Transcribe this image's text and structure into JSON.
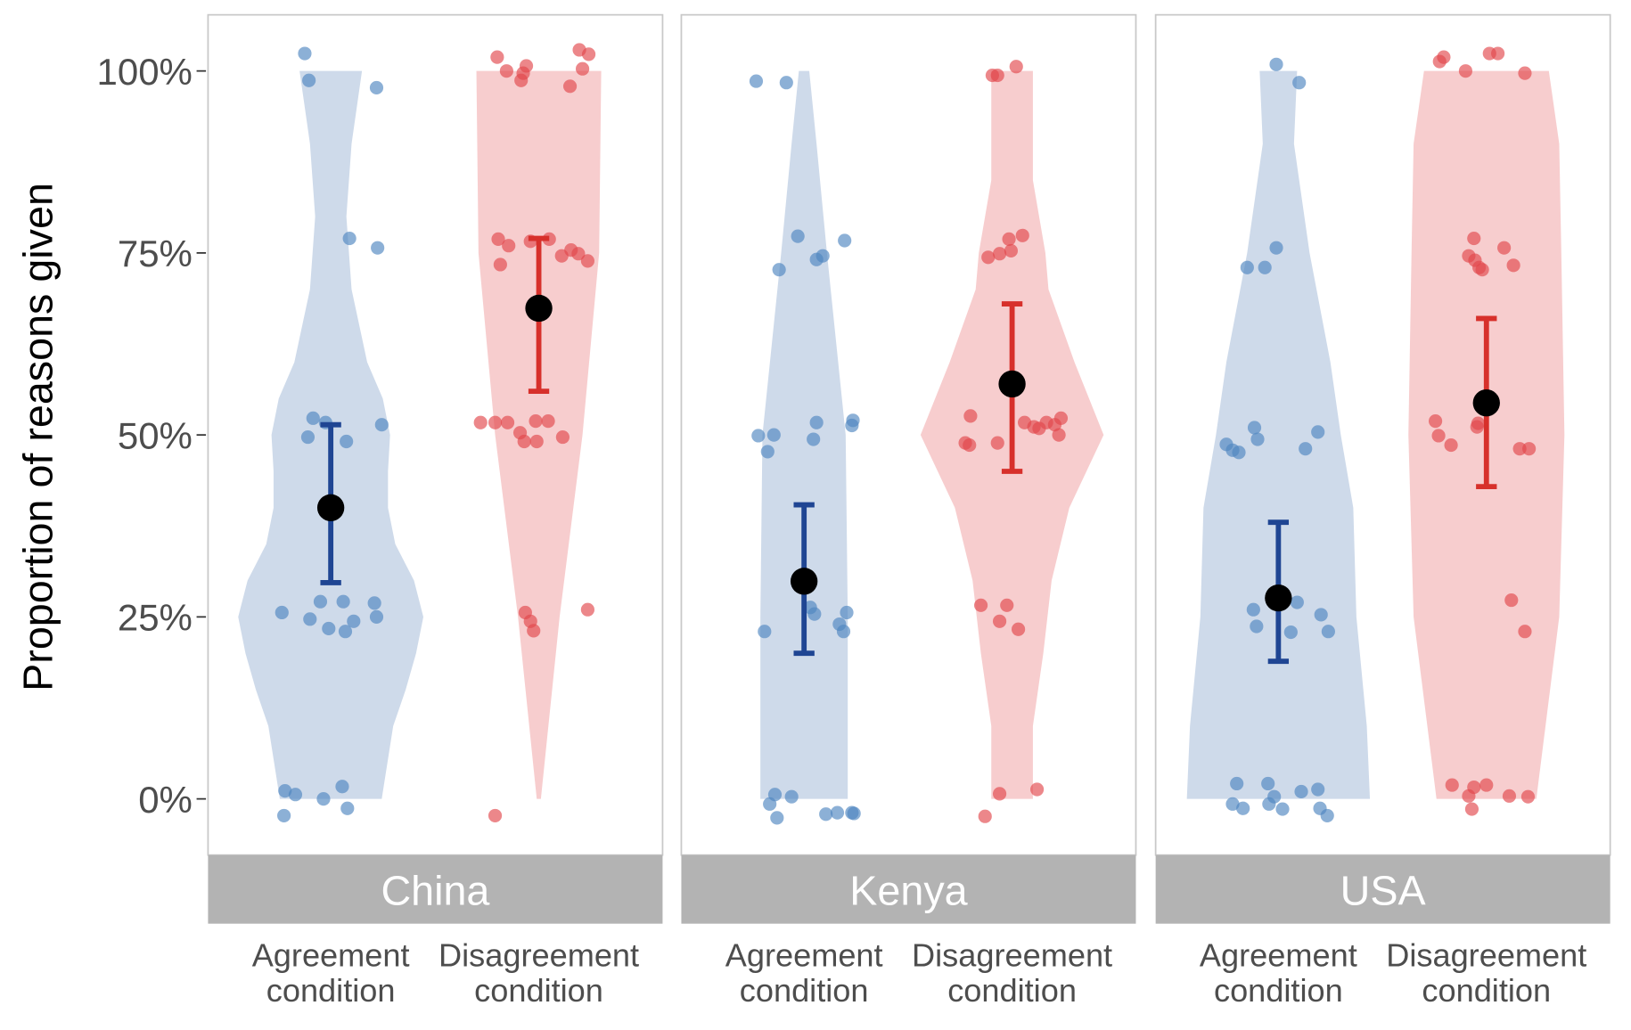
{
  "chart_data": {
    "type": "violin",
    "ylabel": "Proportion of reasons given",
    "ylim": [
      -7.7,
      107.7
    ],
    "yticks": [
      0,
      25,
      50,
      75,
      100
    ],
    "ytick_labels": [
      "0%",
      "25%",
      "50%",
      "75%",
      "100%"
    ],
    "grid": false,
    "colors": {
      "agreement_fill": "#c5d4e6",
      "agreement_point": "#4f86c0",
      "agreement_bar": "#1f4593",
      "disagreement_fill": "#f6c4c6",
      "disagreement_point": "#e2474b",
      "disagreement_bar": "#d7302b",
      "mean": "#000000",
      "strip": "#b3b3b3"
    },
    "categories": [
      "Agreement\ncondition",
      "Disagreement\ncondition"
    ],
    "category_lines": [
      [
        "Agreement",
        "condition"
      ],
      [
        "Disagreement",
        "condition"
      ]
    ],
    "panels": [
      {
        "name": "China",
        "groups": [
          {
            "condition": "agreement",
            "mean": 40,
            "ci": [
              29.7,
              51.4
            ],
            "violin": [
              [
                0,
                0.49
              ],
              [
                10,
                0.6
              ],
              [
                15,
                0.72
              ],
              [
                20,
                0.82
              ],
              [
                25,
                0.89
              ],
              [
                30,
                0.8
              ],
              [
                35,
                0.62
              ],
              [
                40,
                0.55
              ],
              [
                45,
                0.55
              ],
              [
                50,
                0.57
              ],
              [
                55,
                0.5
              ],
              [
                60,
                0.35
              ],
              [
                70,
                0.2
              ],
              [
                80,
                0.15
              ],
              [
                90,
                0.2
              ],
              [
                100,
                0.3
              ]
            ],
            "points": [
              [
                -0.125,
                102.4
              ],
              [
                -0.105,
                98.7
              ],
              [
                0.22,
                97.7
              ],
              [
                0.09,
                77
              ],
              [
                0.225,
                75.7
              ],
              [
                -0.085,
                52.3
              ],
              [
                -0.025,
                51.7
              ],
              [
                -0.11,
                49.7
              ],
              [
                0.075,
                49.1
              ],
              [
                0.245,
                51.4
              ],
              [
                -0.235,
                25.6
              ],
              [
                -0.05,
                27.1
              ],
              [
                -0.1,
                24.7
              ],
              [
                0.06,
                27.1
              ],
              [
                -0.01,
                23.4
              ],
              [
                0.11,
                24.4
              ],
              [
                0.07,
                23
              ],
              [
                0.21,
                26.9
              ],
              [
                0.22,
                25
              ],
              [
                -0.22,
                1.1
              ],
              [
                -0.17,
                0.6
              ],
              [
                -0.035,
                0
              ],
              [
                0.055,
                1.7
              ],
              [
                0.08,
                -1.3
              ],
              [
                -0.225,
                -2.3
              ]
            ]
          },
          {
            "condition": "disagreement",
            "mean": 67.4,
            "ci": [
              56,
              77
            ],
            "violin": [
              [
                0,
                0.02
              ],
              [
                25,
                0.2
              ],
              [
                50,
                0.42
              ],
              [
                75,
                0.58
              ],
              [
                100,
                0.6
              ]
            ],
            "points": [
              [
                -0.2,
                101.9
              ],
              [
                -0.155,
                100
              ],
              [
                -0.075,
                99.7
              ],
              [
                -0.06,
                100.7
              ],
              [
                -0.085,
                98.7
              ],
              [
                0.15,
                97.9
              ],
              [
                0.195,
                102.9
              ],
              [
                0.24,
                102.3
              ],
              [
                0.21,
                100.3
              ],
              [
                -0.195,
                76.9
              ],
              [
                -0.145,
                76
              ],
              [
                -0.185,
                73.4
              ],
              [
                -0.04,
                76.6
              ],
              [
                0.05,
                76.9
              ],
              [
                0.11,
                74.6
              ],
              [
                0.155,
                75.4
              ],
              [
                0.19,
                74.9
              ],
              [
                0.235,
                73.9
              ],
              [
                -0.28,
                51.7
              ],
              [
                -0.21,
                51.7
              ],
              [
                -0.15,
                51.7
              ],
              [
                -0.09,
                50.3
              ],
              [
                -0.015,
                51.9
              ],
              [
                0.045,
                51.9
              ],
              [
                -0.07,
                49.1
              ],
              [
                -0.01,
                49.1
              ],
              [
                0.115,
                49.7
              ],
              [
                -0.065,
                25.6
              ],
              [
                -0.04,
                24.4
              ],
              [
                -0.025,
                23.1
              ],
              [
                0.235,
                26
              ],
              [
                -0.21,
                -2.3
              ]
            ]
          }
        ]
      },
      {
        "name": "Kenya",
        "groups": [
          {
            "condition": "agreement",
            "mean": 29.9,
            "ci": [
              20,
              40.4
            ],
            "violin": [
              [
                0,
                0.42
              ],
              [
                25,
                0.42
              ],
              [
                50,
                0.4
              ],
              [
                75,
                0.22
              ],
              [
                90,
                0.12
              ],
              [
                100,
                0.05
              ]
            ],
            "points": [
              [
                -0.23,
                98.6
              ],
              [
                -0.085,
                98.4
              ],
              [
                -0.03,
                77.3
              ],
              [
                -0.12,
                72.7
              ],
              [
                0.06,
                74.1
              ],
              [
                0.09,
                74.6
              ],
              [
                0.195,
                76.7
              ],
              [
                -0.22,
                49.9
              ],
              [
                -0.145,
                50
              ],
              [
                -0.175,
                47.7
              ],
              [
                0.06,
                51.7
              ],
              [
                0.045,
                49.4
              ],
              [
                0.235,
                52
              ],
              [
                0.23,
                51.3
              ],
              [
                0.03,
                26.3
              ],
              [
                0.05,
                25.4
              ],
              [
                0.205,
                25.6
              ],
              [
                -0.19,
                23
              ],
              [
                0.17,
                24
              ],
              [
                0.19,
                23
              ],
              [
                -0.14,
                0.6
              ],
              [
                -0.06,
                0.3
              ],
              [
                -0.165,
                -0.7
              ],
              [
                -0.13,
                -2.6
              ],
              [
                0.105,
                -2.1
              ],
              [
                0.16,
                -1.9
              ],
              [
                0.23,
                -1.9
              ],
              [
                0.24,
                -2
              ]
            ]
          },
          {
            "condition": "disagreement",
            "mean": 57,
            "ci": [
              45,
              68
            ],
            "violin": [
              [
                0,
                0.2
              ],
              [
                10,
                0.2
              ],
              [
                20,
                0.3
              ],
              [
                30,
                0.38
              ],
              [
                40,
                0.55
              ],
              [
                50,
                0.88
              ],
              [
                60,
                0.6
              ],
              [
                70,
                0.35
              ],
              [
                75,
                0.32
              ],
              [
                85,
                0.2
              ],
              [
                100,
                0.2
              ]
            ],
            "points": [
              [
                -0.095,
                99.4
              ],
              [
                -0.07,
                99.4
              ],
              [
                0.02,
                100.6
              ],
              [
                -0.115,
                74.4
              ],
              [
                -0.06,
                74.9
              ],
              [
                -0.005,
                75.3
              ],
              [
                -0.015,
                76.9
              ],
              [
                0.05,
                77.4
              ],
              [
                -0.2,
                52.6
              ],
              [
                -0.225,
                48.9
              ],
              [
                -0.205,
                48.6
              ],
              [
                -0.07,
                48.9
              ],
              [
                0.06,
                51.7
              ],
              [
                0.105,
                51.1
              ],
              [
                0.13,
                50.9
              ],
              [
                0.165,
                51.7
              ],
              [
                0.235,
                52.3
              ],
              [
                0.225,
                50
              ],
              [
                0.205,
                51.4
              ],
              [
                -0.15,
                26.6
              ],
              [
                -0.025,
                26.6
              ],
              [
                -0.06,
                24.4
              ],
              [
                0.03,
                23.3
              ],
              [
                -0.06,
                0.7
              ],
              [
                0.12,
                1.3
              ],
              [
                -0.13,
                -2.4
              ]
            ]
          }
        ]
      },
      {
        "name": "USA",
        "groups": [
          {
            "condition": "agreement",
            "mean": 27.6,
            "ci": [
              18.9,
              38
            ],
            "violin": [
              [
                0,
                0.88
              ],
              [
                10,
                0.85
              ],
              [
                25,
                0.75
              ],
              [
                40,
                0.72
              ],
              [
                50,
                0.6
              ],
              [
                60,
                0.5
              ],
              [
                75,
                0.3
              ],
              [
                90,
                0.15
              ],
              [
                100,
                0.18
              ]
            ],
            "points": [
              [
                -0.01,
                100.9
              ],
              [
                0.1,
                98.4
              ],
              [
                -0.15,
                73
              ],
              [
                -0.065,
                73
              ],
              [
                -0.01,
                75.7
              ],
              [
                -0.25,
                48.7
              ],
              [
                -0.22,
                47.9
              ],
              [
                -0.19,
                47.6
              ],
              [
                -0.115,
                51
              ],
              [
                -0.1,
                49.4
              ],
              [
                0.13,
                48.1
              ],
              [
                0.19,
                50.4
              ],
              [
                -0.12,
                26
              ],
              [
                -0.105,
                23.7
              ],
              [
                0.06,
                22.9
              ],
              [
                0.09,
                27
              ],
              [
                0.205,
                25.3
              ],
              [
                0.24,
                23
              ],
              [
                -0.2,
                2.1
              ],
              [
                -0.05,
                2.1
              ],
              [
                -0.22,
                -0.7
              ],
              [
                -0.17,
                -1.3
              ],
              [
                -0.045,
                -0.7
              ],
              [
                -0.02,
                0.3
              ],
              [
                0.02,
                -1.4
              ],
              [
                0.11,
                1
              ],
              [
                0.19,
                1.3
              ],
              [
                0.2,
                -1.3
              ],
              [
                0.235,
                -2.3
              ]
            ]
          },
          {
            "condition": "disagreement",
            "mean": 54.4,
            "ci": [
              42.9,
              66
            ],
            "violin": [
              [
                0,
                0.48
              ],
              [
                25,
                0.7
              ],
              [
                50,
                0.75
              ],
              [
                75,
                0.72
              ],
              [
                90,
                0.7
              ],
              [
                100,
                0.6
              ]
            ],
            "points": [
              [
                -0.225,
                101.3
              ],
              [
                -0.205,
                101.9
              ],
              [
                -0.1,
                100
              ],
              [
                0.015,
                102.4
              ],
              [
                0.055,
                102.4
              ],
              [
                0.185,
                99.7
              ],
              [
                -0.06,
                77
              ],
              [
                -0.085,
                74.6
              ],
              [
                -0.055,
                74
              ],
              [
                -0.035,
                73
              ],
              [
                -0.02,
                72.7
              ],
              [
                0.085,
                75.7
              ],
              [
                0.13,
                73.3
              ],
              [
                -0.245,
                51.9
              ],
              [
                -0.23,
                49.9
              ],
              [
                -0.17,
                48.6
              ],
              [
                -0.04,
                51.6
              ],
              [
                -0.045,
                51.1
              ],
              [
                0.16,
                48.1
              ],
              [
                0.205,
                48.1
              ],
              [
                0.12,
                27.3
              ],
              [
                0.185,
                23
              ],
              [
                -0.165,
                1.9
              ],
              [
                -0.085,
                0.4
              ],
              [
                -0.07,
                -1.4
              ],
              [
                0,
                1.9
              ],
              [
                0.11,
                0.4
              ],
              [
                0.2,
                0.3
              ],
              [
                -0.06,
                1.6
              ]
            ]
          }
        ]
      }
    ]
  }
}
